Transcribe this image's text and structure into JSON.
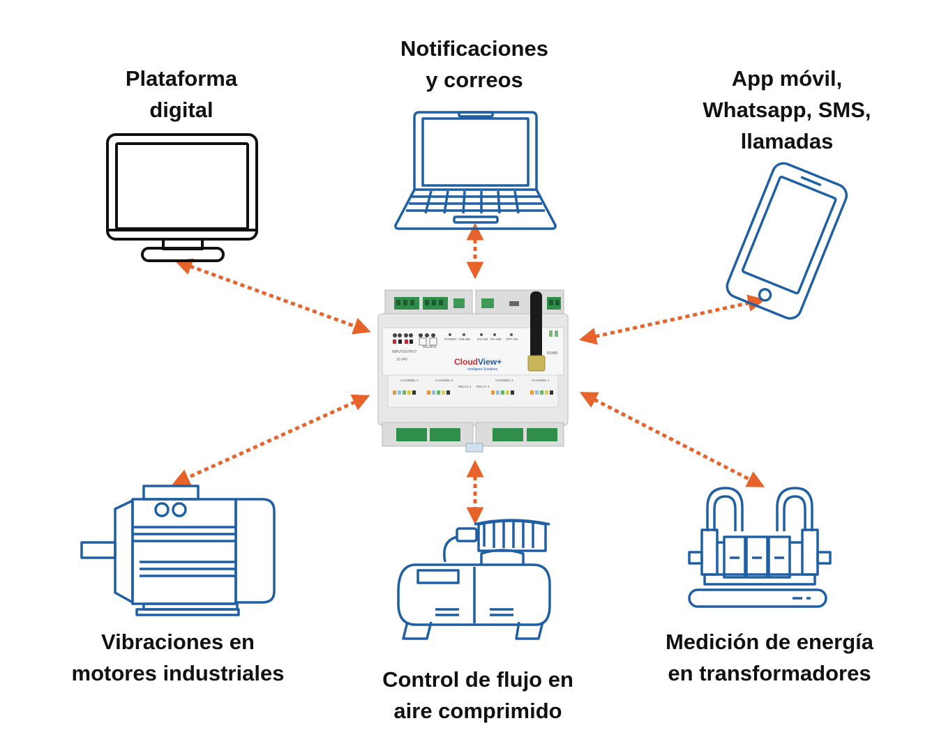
{
  "labels": {
    "platform": [
      "Plataforma",
      "digital"
    ],
    "notifications": [
      "Notificaciones",
      "y correos"
    ],
    "mobile": [
      "App móvil,",
      "Whatsapp, SMS,",
      "llamadas"
    ],
    "motors": [
      "Vibraciones en",
      "motores industriales"
    ],
    "airflow": [
      "Control de flujo en",
      "aire comprimido"
    ],
    "energy": [
      "Medición de energía",
      "en transformadores"
    ]
  },
  "device": {
    "brand_cloud": "Cloud",
    "brand_view": "View+",
    "tagline": "Intelligent Solutions",
    "indicators": [
      "POWER",
      "ONLINE",
      "RS-232",
      "RS-485",
      "OFF-ON"
    ],
    "input_label": "INPUT",
    "output_label": "OUTPUT",
    "voltage": "12-24V",
    "relays_label": "RELAYS",
    "rs485_label": "RS485",
    "channels": [
      "CHANNEL 1",
      "CHANNEL 2",
      "CHANNEL 3",
      "CHANNEL 4"
    ],
    "relay_labels": [
      "RELAY 1",
      "RELAY 2"
    ]
  },
  "colors": {
    "icon_blue": "#1f5fa3",
    "arrow_orange": "#e8632a",
    "monitor_black": "#111111",
    "terminal_green": "#2f8f4a",
    "brand_red": "#d7262a",
    "brand_blue": "#2a55a5"
  }
}
